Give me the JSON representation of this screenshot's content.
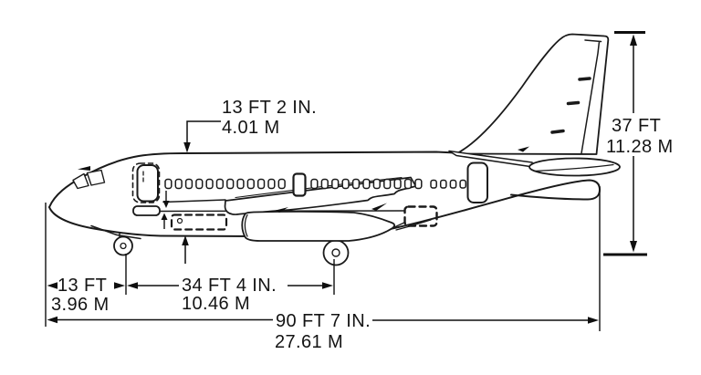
{
  "diagram": {
    "subject": "aircraft-side-view-dimension-drawing",
    "colors": {
      "ink": "#1a1a1a",
      "background": "#ffffff"
    },
    "dimension_labels": {
      "fuselage_height": {
        "imperial": "13 FT 2 IN.",
        "metric": "4.01 M"
      },
      "tail_height": {
        "imperial": "37 FT",
        "metric": "11.28 M"
      },
      "nose_to_nose_gear": {
        "imperial": "13 FT",
        "metric": "3.96 M"
      },
      "nose_gear_to_main_gear": {
        "imperial": "34 FT 4 IN.",
        "metric": "10.46 M"
      },
      "overall_length": {
        "imperial": "90 FT 7 IN.",
        "metric": "27.61 M"
      }
    }
  }
}
